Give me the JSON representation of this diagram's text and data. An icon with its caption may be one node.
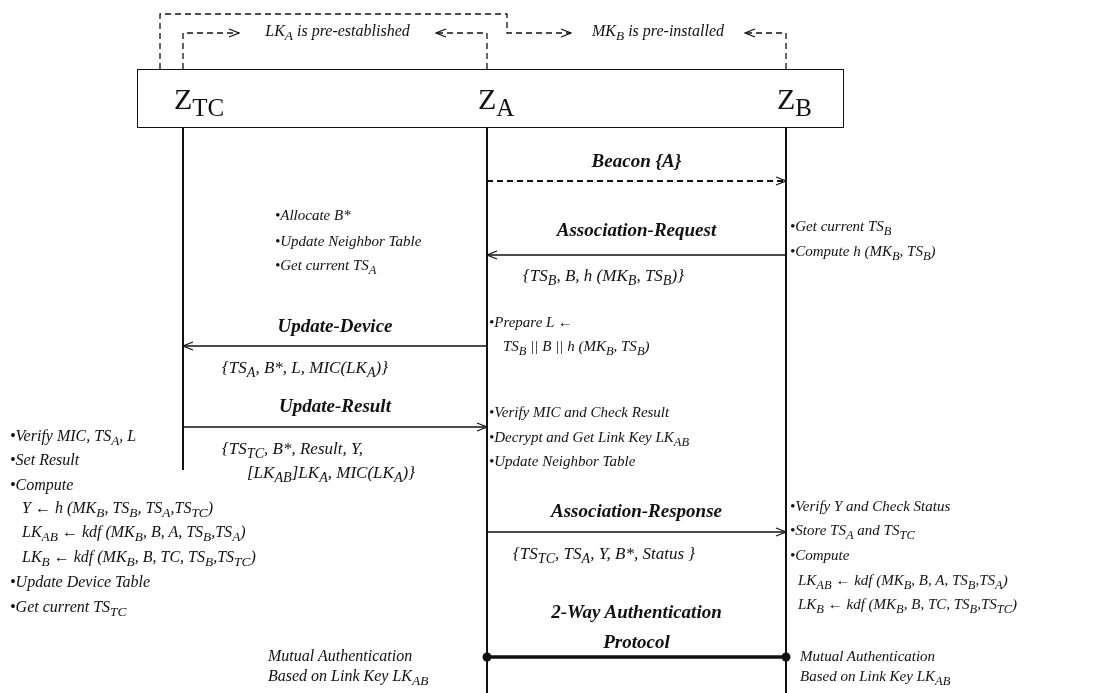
{
  "diagram": {
    "nodes": [
      {
        "text": [
          "LK$_{A}$ is pre-established"
        ]
      },
      {
        "text": [
          "MK$_{B}$ is pre-installed"
        ]
      },
      {
        "text": [],
        "shape": "box"
      },
      {
        "text": [
          "Z$_{TC}$"
        ],
        "in": 2
      },
      {
        "text": [
          "Z$_{A}$"
        ],
        "in": 2
      },
      {
        "text": [
          "Z$_{B}$"
        ],
        "in": 2
      },
      {
        "text": [],
        "shape": "bar"
      },
      {
        "text": [],
        "shape": "bar"
      },
      {
        "text": [],
        "shape": "bar"
      }
    ],
    "edges": [
      {
        "from": 3,
        "to": 0,
        "arrow": "to",
        "style": "dashed"
      },
      {
        "from": 4,
        "to": 0,
        "arrow": "to",
        "style": "dashed"
      },
      {
        "from": 3,
        "to": 1,
        "arrow": "to",
        "style": "dashed"
      },
      {
        "from": 5,
        "to": 1,
        "arrow": "to",
        "style": "dashed"
      },
      {
        "from": 7,
        "to": 8,
        "arrow": "to",
        "style": "dashed",
        "label": "Beacon {A}"
      },
      {
        "from": 8,
        "to": 7,
        "arrow": "to",
        "label": "Association-Request"
      },
      {
        "from": 7,
        "to": 6,
        "arrow": "to",
        "label": "Update-Device"
      },
      {
        "from": 6,
        "to": 7,
        "arrow": "to",
        "label": "Update-Result"
      },
      {
        "from": 7,
        "to": 8,
        "arrow": "to",
        "label": "Association-Response"
      },
      {
        "from": 7,
        "to": 8,
        "arrow": "other",
        "style": "thick",
        "label": "2-Way Authentication Protocol"
      }
    ],
    "labels": [
      "•Allocate B*",
      "•Get current TS$_{B}$",
      "•Update Neighbor Table",
      "•Compute h (MK$_{B}$, TS$_{B}$)",
      "•Get current TS$_{A}$",
      "{TS$_{B}$, B, h (MK$_{B}$, TS$_{B}$)}",
      "•Prepare L ←",
      "TS$_{B}$ || B || h (MK$_{B}$, TS$_{B}$)",
      "{TS$_{A}$, B*, L, MIC(LK$_{A}$)}",
      "•Verify MIC and Check Result",
      "•Verify MIC, TS$_{A}$, L",
      "•Decrypt and Get Link Key LK$_{AB}$",
      "{TS$_{TC}$, B*, Result, Y,",
      "•Set Result",
      "•Update Neighbor Table",
      "[LK$_{AB}$]LK$_{A}$, MIC(LK$_{A}$)}",
      "•Compute",
      "•Verify Y and Check Status",
      "Y ← h (MK$_{B}$, TS$_{B}$, TS$_{A}$,TS$_{TC}$)",
      "•Store TS$_{A}$ and TS$_{TC}$",
      "LK$_{AB}$ ← kdf (MK$_{B}$, B, A, TS$_{B}$,TS$_{A}$)",
      "{TS$_{TC}$, TS$_{A}$, Y, B*, Status }",
      "•Compute",
      "LK$_{B}$ ← kdf (MK$_{B}$, B, TC, TS$_{B}$,TS$_{TC}$)",
      "LK$_{AB}$ ← kdf (MK$_{B}$, B, A, TS$_{B}$,TS$_{A}$)",
      "•Update Device Table",
      "LK$_{B}$ ← kdf (MK$_{B}$, B, TC, TS$_{B}$,TS$_{TC}$)",
      "•Get current TS$_{TC}$",
      "Mutual Authentication Based on Link Key LK$_{AB}$",
      "Mutual Authentication Based on Link Key LK$_{AB}$"
    ]
  }
}
